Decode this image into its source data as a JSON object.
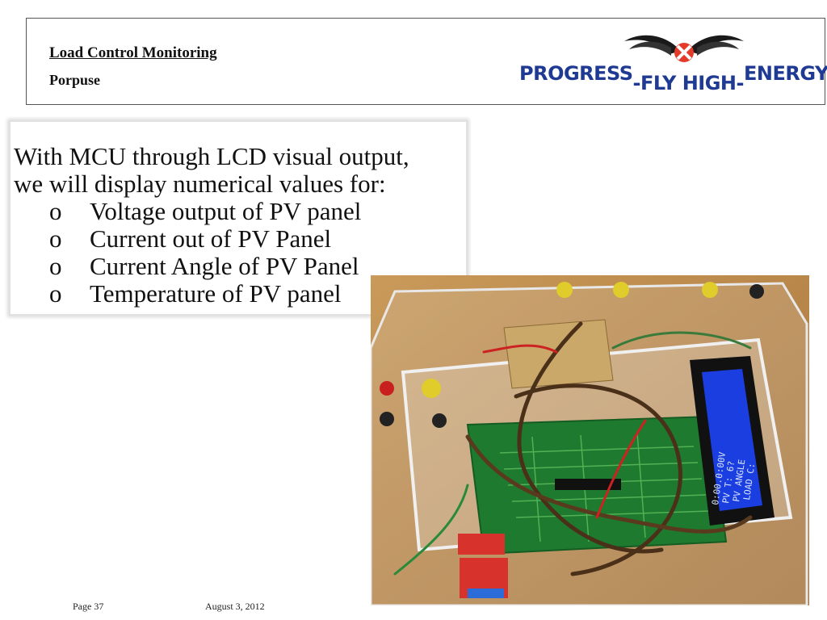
{
  "header": {
    "title": "Load Control Monitoring",
    "subtitle": "Porpuse",
    "logo": {
      "word1": "PROGRESS",
      "word2": "FLY HIGH",
      "word3": "ENERGY",
      "colors": {
        "text": "#1f3a93",
        "wings": "#1a1a1a",
        "emblem": "#e53a2a"
      }
    }
  },
  "content": {
    "intro_line1": "With MCU through LCD visual output,",
    "intro_line2": "we will display numerical values for:",
    "bullet_symbol": "o",
    "items": [
      "Voltage output of PV panel",
      "Current out of PV Panel",
      "Current Angle of PV Panel",
      "Temperature of PV panel"
    ]
  },
  "photo": {
    "lcd_lines": [
      "0:00.0:00V",
      "PV T: 6?",
      "PV ANGLE",
      "LOAD C:"
    ]
  },
  "footer": {
    "page": "Page 37",
    "date": "August 3, 2012"
  }
}
